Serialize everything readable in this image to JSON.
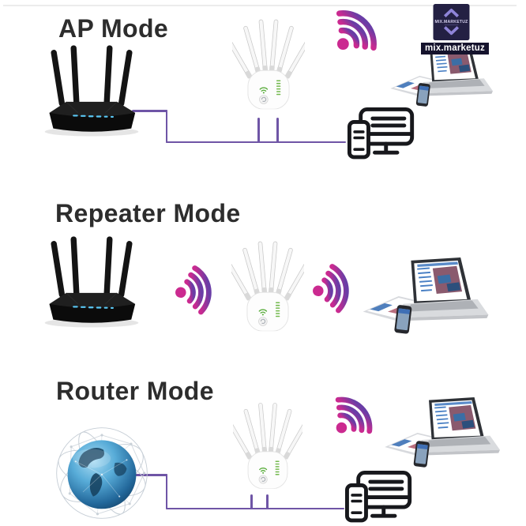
{
  "brand": {
    "logo_text": "MIX.MARKETUZ",
    "badge_text": "mix.marketuz"
  },
  "sections": [
    {
      "id": "ap-mode",
      "title": "AP Mode"
    },
    {
      "id": "repeater-mode",
      "title": "Repeater Mode"
    },
    {
      "id": "router-mode",
      "title": "Router Mode"
    }
  ],
  "icons": {
    "wifi_signal": "wifi-signal-icon",
    "router": "wifi-router-illustration",
    "range_extender": "range-extender-illustration",
    "internet_globe": "internet-globe-illustration",
    "client_devices": "client-devices-illustration",
    "desktop_and_phone": "desktop-and-phone-icon",
    "chevron_up": "chevron-up-icon",
    "chevron_down": "chevron-down-icon"
  },
  "colors": {
    "background": "#ffffff",
    "title_text": "#2d2d2d",
    "cable": "#6f55a6",
    "wifi_gradient_start": "#cb2a90",
    "wifi_gradient_end": "#6a3da6",
    "logo_background": "#232043",
    "logo_chevron": "#8f84d8",
    "badge_background": "#15132d",
    "badge_text": "#ffffff",
    "extender_led_green": "#74b94e",
    "router_led_blue": "#5ac8f5",
    "globe_blue": "#2b7fb0"
  }
}
